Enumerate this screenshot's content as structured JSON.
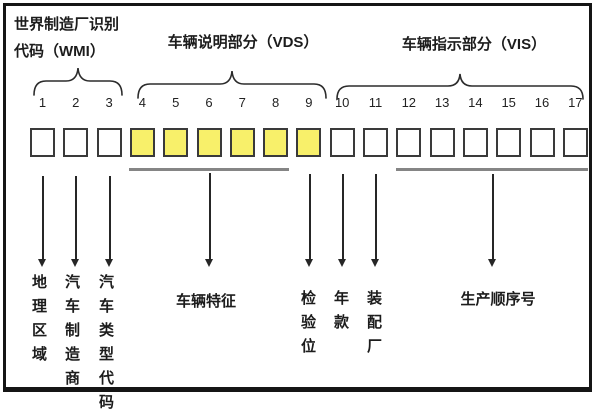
{
  "sections": {
    "wmi": {
      "title_line1": "世界制造厂识别",
      "title_line2": "代码（WMI）"
    },
    "vds": {
      "title": "车辆说明部分（VDS）"
    },
    "vis": {
      "title": "车辆指示部分（VIS）"
    }
  },
  "positions": [
    {
      "num": "1",
      "highlighted": false
    },
    {
      "num": "2",
      "highlighted": false
    },
    {
      "num": "3",
      "highlighted": false
    },
    {
      "num": "4",
      "highlighted": true
    },
    {
      "num": "5",
      "highlighted": true
    },
    {
      "num": "6",
      "highlighted": true
    },
    {
      "num": "7",
      "highlighted": true
    },
    {
      "num": "8",
      "highlighted": true
    },
    {
      "num": "9",
      "highlighted": true
    },
    {
      "num": "10",
      "highlighted": false
    },
    {
      "num": "11",
      "highlighted": false
    },
    {
      "num": "12",
      "highlighted": false
    },
    {
      "num": "13",
      "highlighted": false
    },
    {
      "num": "14",
      "highlighted": false
    },
    {
      "num": "15",
      "highlighted": false
    },
    {
      "num": "16",
      "highlighted": false
    },
    {
      "num": "17",
      "highlighted": false
    }
  ],
  "annotations": {
    "geo_region": "地理区域",
    "manufacturer": "汽车制造商",
    "vehicle_type_code": "汽车类型代码",
    "vehicle_features": "车辆特征",
    "check_digit": "检验位",
    "model_year": "年款",
    "assembly_plant": "装配厂",
    "production_serial": "生产顺序号"
  },
  "colors": {
    "highlight_fill": "#F8F06A",
    "box_border": "#3A3A3A",
    "underline": "#858585",
    "text": "#1C1C1C",
    "frame_border": "#151515"
  }
}
